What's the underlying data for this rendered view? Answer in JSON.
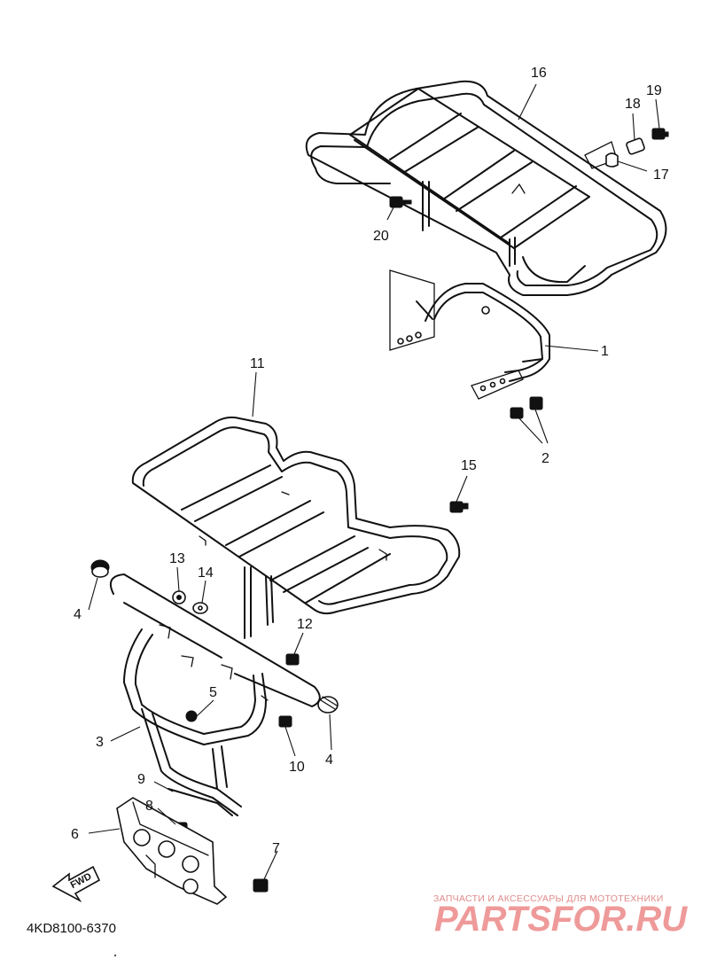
{
  "diagram": {
    "callouts": [
      "16",
      "19",
      "18",
      "17",
      "20",
      "1",
      "2",
      "11",
      "15",
      "13",
      "14",
      "4",
      "12",
      "5",
      "3",
      "10",
      "4",
      "9",
      "8",
      "6",
      "7"
    ],
    "fwd_label": "FWD",
    "drawing_code": "4KD8100-6370"
  },
  "watermark": {
    "tagline": "ЗАПЧАСТИ И АКСЕССУАРЫ ДЛЯ МОТОТЕХНИКИ",
    "brand": "PARTSFOR.RU"
  }
}
